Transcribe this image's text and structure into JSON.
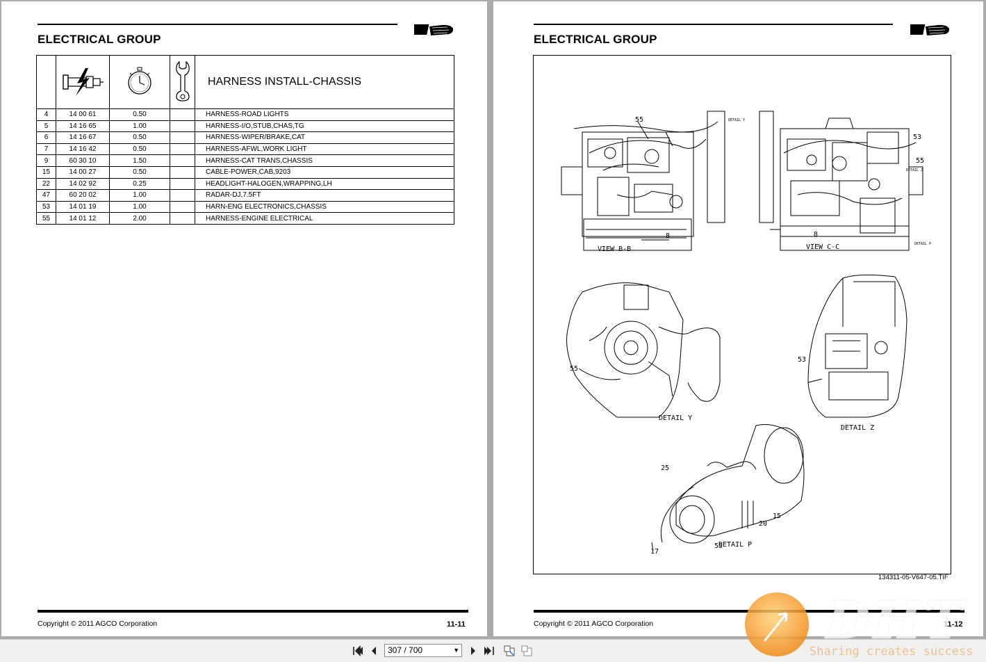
{
  "left_page": {
    "header": "ELECTRICAL GROUP",
    "table_title": "HARNESS INSTALL-CHASSIS",
    "header_icons": [
      "harness-connector-icon",
      "stopwatch-icon",
      "wrench-icon"
    ],
    "rows": [
      {
        "ref": "4",
        "code": "14 00 61",
        "time": "0.50",
        "desc": "HARNESS-ROAD LIGHTS"
      },
      {
        "ref": "5",
        "code": "14 16 65",
        "time": "1.00",
        "desc": "HARNESS-I/O,STUB,CHAS,TG"
      },
      {
        "ref": "6",
        "code": "14 16 67",
        "time": "0.50",
        "desc": "HARNESS-WIPER/BRAKE,CAT"
      },
      {
        "ref": "7",
        "code": "14 16 42",
        "time": "0.50",
        "desc": "HARNESS-AFWL,WORK LIGHT"
      },
      {
        "ref": "9",
        "code": "60 30 10",
        "time": "1.50",
        "desc": "HARNESS-CAT TRANS,CHASSIS"
      },
      {
        "ref": "15",
        "code": "14 00 27",
        "time": "0.50",
        "desc": "CABLE-POWER,CAB,9203"
      },
      {
        "ref": "22",
        "code": "14 02 92",
        "time": "0.25",
        "desc": "HEADLIGHT-HALOGEN,WRAPPING,LH"
      },
      {
        "ref": "47",
        "code": "60 20 02",
        "time": "1.00",
        "desc": "RADAR-DJ,7.5FT"
      },
      {
        "ref": "53",
        "code": "14 01 19",
        "time": "1.00",
        "desc": "HARN-ENG ELECTRONICS,CHASSIS"
      },
      {
        "ref": "55",
        "code": "14 01 12",
        "time": "2.00",
        "desc": "HARNESS-ENGINE ELECTRICAL"
      }
    ],
    "copyright": "Copyright © 2011 AGCO Corporation",
    "page_number": "11-11"
  },
  "right_page": {
    "header": "ELECTRICAL GROUP",
    "figure_labels": {
      "view_bb": "VIEW B-B",
      "view_cc": "VIEW C-C",
      "detail_y": "DETAIL Y",
      "detail_z": "DETAIL Z",
      "detail_p": "DETAIL P",
      "detail_y_small": "DETAIL Y",
      "detail_z_small": "DETAIL Z",
      "detail_p_small": "DETAIL P",
      "n55a": "55",
      "n8a": "8",
      "n53a": "53",
      "n55b": "55",
      "n8b": "8",
      "n55c": "55",
      "n53b": "53",
      "n25": "25",
      "n15": "15",
      "n20": "20",
      "n55d": "55",
      "n17": "17"
    },
    "figure_file": "134311-05-V647-05.TIF",
    "copyright": "Copyright © 2011 AGCO Corporation",
    "page_number": "11-12"
  },
  "toolbar": {
    "page_indicator": "307 / 700",
    "buttons": [
      "first-page-icon",
      "prev-page-icon",
      "next-page-icon",
      "last-page-icon",
      "fit-page-icon",
      "fit-width-icon"
    ]
  },
  "watermark": {
    "brand": "DHT",
    "tagline": "Sharing creates success"
  }
}
